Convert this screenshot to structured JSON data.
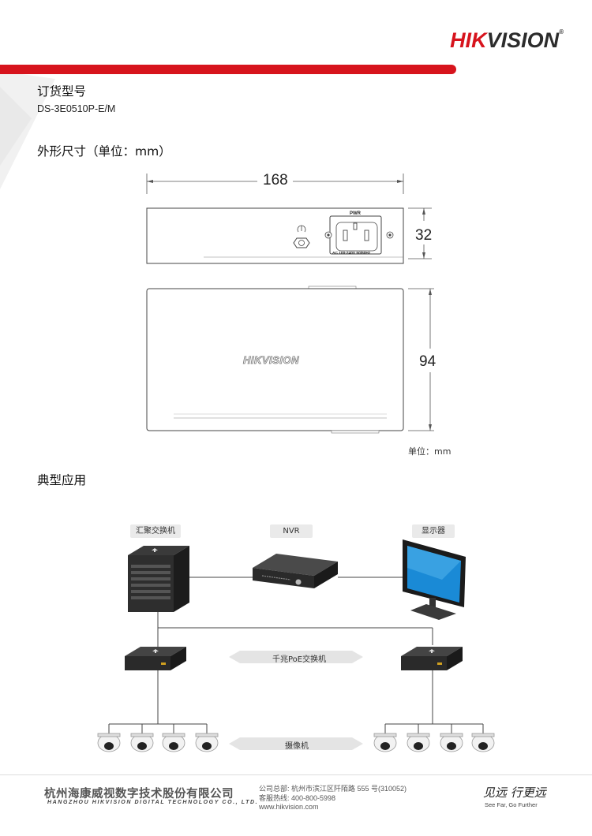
{
  "brand": {
    "logo_hik": "HIK",
    "logo_vision": "VISION",
    "logo_reg": "®",
    "device_logo": "HIKVISION",
    "accent_color": "#d7141d"
  },
  "sections": {
    "order_model_title": "订货型号",
    "model_number": "DS-3E0510P-E/M",
    "dimensions_title": "外形尺寸（单位：mm）",
    "application_title": "典型应用"
  },
  "drawing": {
    "width": "168",
    "height": "32",
    "depth": "94",
    "unit_note": "单位：mm",
    "pwr_label": "PWR",
    "power_spec": "AC 100-240V 50/60Hz"
  },
  "topology": {
    "aggregation_switch": "汇聚交换机",
    "nvr": "NVR",
    "monitor": "显示器",
    "poe_switch": "千兆PoE交换机",
    "cameras": "摄像机"
  },
  "footer": {
    "company_cn": "杭州海康威视数字技术股份有限公司",
    "company_en": "HANGZHOU HIKVISION DIGITAL TECHNOLOGY CO., LTD.",
    "hq_address": "公司总部: 杭州市滨江区阡陌路 555 号(310052)",
    "hotline": "客服热线: 400-800-5998",
    "website": "www.hikvision.com",
    "slogan_cn": "见远 行更远",
    "slogan_en": "See Far, Go Further"
  }
}
